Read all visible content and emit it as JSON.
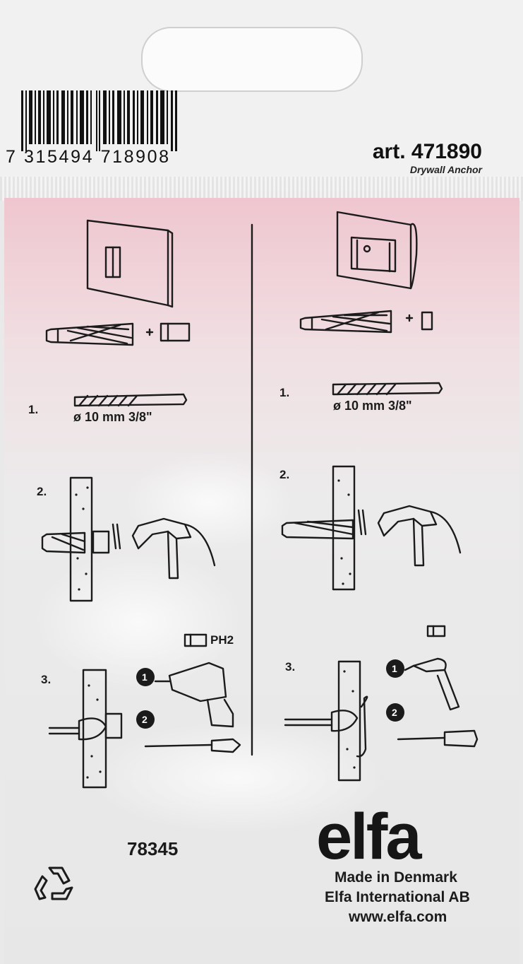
{
  "barcode_digits": "7 315494 718908",
  "article": {
    "number": "art. 471890",
    "description": "Drywall Anchor"
  },
  "left_panel": {
    "step1": "1.",
    "drill_spec": "ø 10 mm 3/8\"",
    "step2": "2.",
    "step3": "3.",
    "bit_label": "PH2",
    "option1": "1",
    "option2": "2"
  },
  "right_panel": {
    "step1": "1.",
    "drill_spec": "ø 10 mm 3/8\"",
    "step2": "2.",
    "step3": "3.",
    "option1": "1",
    "option2": "2"
  },
  "product_code": "78345",
  "brand": {
    "logo": "elfa",
    "made_in": "Made in Denmark",
    "company": "Elfa International AB",
    "website": "www.elfa.com"
  }
}
